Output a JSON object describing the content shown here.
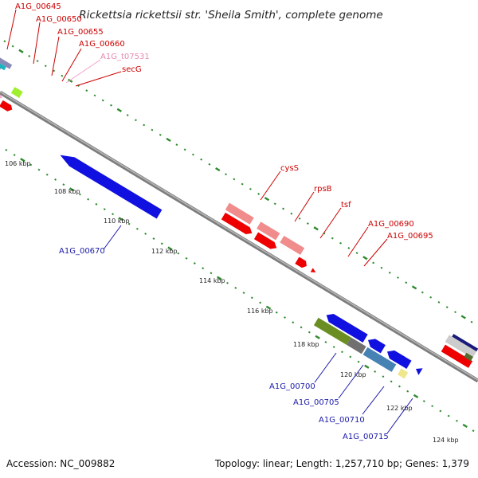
{
  "title": "Rickettsia rickettsii str. 'Sheila Smith', complete genome",
  "footer": {
    "accession": "Accession: NC_009882",
    "summary": "Topology: linear; Length: 1,257,710 bp; Genes: 1,379"
  },
  "colors": {
    "backbone": "#8a8a8a",
    "tick": "#2e8b2e",
    "forward_label": "#cc0000",
    "reverse_label": "#1a1aaa",
    "trna_label": "#e58ab0"
  },
  "scale": {
    "kbp_labels": [
      "106 kbp",
      "108 kbp",
      "110 kbp",
      "112 kbp",
      "114 kbp",
      "116 kbp",
      "118 kbp",
      "120 kbp",
      "122 kbp",
      "124 kbp"
    ]
  },
  "labels_top": [
    {
      "text": "A1G_00645",
      "strand": "forward"
    },
    {
      "text": "A1G_00650",
      "strand": "forward"
    },
    {
      "text": "A1G_00655",
      "strand": "forward"
    },
    {
      "text": "A1G_00660",
      "strand": "forward"
    },
    {
      "text": "A1G_t07531",
      "strand": "trna"
    },
    {
      "text": "secG",
      "strand": "forward"
    },
    {
      "text": "cysS",
      "strand": "forward"
    },
    {
      "text": "rpsB",
      "strand": "forward"
    },
    {
      "text": "tsf",
      "strand": "forward"
    },
    {
      "text": "A1G_00690",
      "strand": "forward"
    },
    {
      "text": "A1G_00695",
      "strand": "forward"
    }
  ],
  "labels_bottom": [
    {
      "text": "A1G_00670",
      "strand": "reverse"
    },
    {
      "text": "A1G_00700",
      "strand": "reverse"
    },
    {
      "text": "A1G_00705",
      "strand": "reverse"
    },
    {
      "text": "A1G_00710",
      "strand": "reverse"
    },
    {
      "text": "A1G_00715",
      "strand": "reverse"
    }
  ]
}
